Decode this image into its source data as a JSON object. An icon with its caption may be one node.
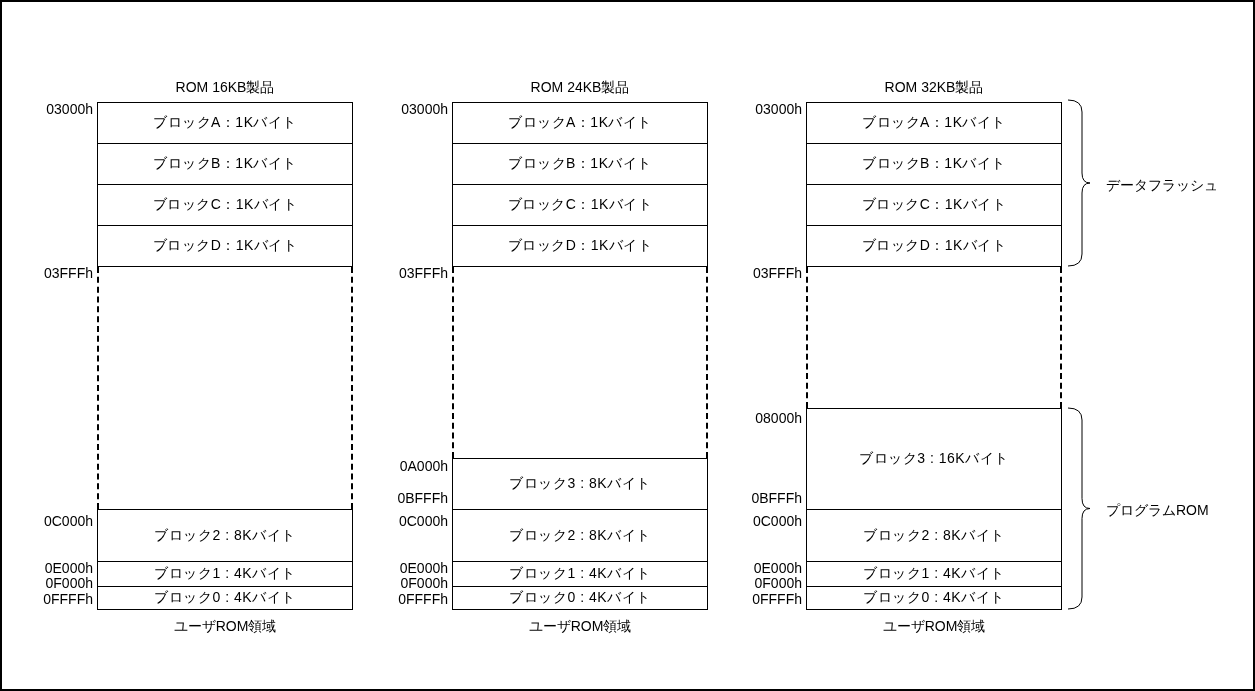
{
  "diagram": {
    "nodes": [
      {
        "text": [
          "ブロックA：1Kバイト"
        ]
      },
      {
        "text": [
          "ブロックB：1Kバイト"
        ]
      },
      {
        "text": [
          "ブロックC：1Kバイト"
        ]
      },
      {
        "text": [
          "ブロックD：1Kバイト"
        ]
      },
      {
        "text": [],
        "shape": "box"
      },
      {
        "text": [
          "ブロック2 : 8Kバイト"
        ]
      },
      {
        "text": [
          "ブロック1 : 4Kバイト"
        ]
      },
      {
        "text": [
          "ブロック0 : 4Kバイト"
        ]
      },
      {
        "text": [
          "ブロックA：1Kバイト"
        ]
      },
      {
        "text": [
          "ブロックB：1Kバイト"
        ]
      },
      {
        "text": [
          "ブロックC：1Kバイト"
        ]
      },
      {
        "text": [
          "ブロックD：1Kバイト"
        ]
      },
      {
        "text": [],
        "shape": "box"
      },
      {
        "text": [
          "ブロック3 : 8Kバイト"
        ]
      },
      {
        "text": [
          "ブロック2 : 8Kバイト"
        ]
      },
      {
        "text": [
          "ブロック1 : 4Kバイト"
        ]
      },
      {
        "text": [
          "ブロック0 : 4Kバイト"
        ]
      },
      {
        "text": [
          "ブロックA：1Kバイト"
        ]
      },
      {
        "text": [
          "ブロックB：1Kバイト"
        ]
      },
      {
        "text": [
          "ブロックC：1Kバイト"
        ]
      },
      {
        "text": [
          "ブロックD：1Kバイト"
        ]
      },
      {
        "text": [],
        "shape": "box"
      },
      {
        "text": [
          "ブロック3 : 16Kバイト"
        ]
      },
      {
        "text": [
          "ブロック2 : 8Kバイト"
        ]
      },
      {
        "text": [
          "ブロック1 : 4Kバイト"
        ]
      },
      {
        "text": [
          "ブロック0 : 4Kバイト"
        ]
      }
    ],
    "edges": [],
    "labels": [
      "ROM 16KB製品",
      "03000h",
      "03FFFh",
      "0C000h",
      "0E000h",
      "0F000h",
      "0FFFFh",
      "ユーザROM領域",
      "ROM 24KB製品",
      "03000h",
      "03FFFh",
      "0A000h",
      "0BFFFh",
      "0C000h",
      "0E000h",
      "0F000h",
      "0FFFFh",
      "ユーザROM領域",
      "ROM 32KB製品",
      "03000h",
      "03FFFh",
      "08000h",
      "0BFFFh",
      "0C000h",
      "0E000h",
      "0F000h",
      "0FFFFh",
      "ユーザROM領域",
      "データフラッシュ",
      "プログラムROM"
    ]
  }
}
